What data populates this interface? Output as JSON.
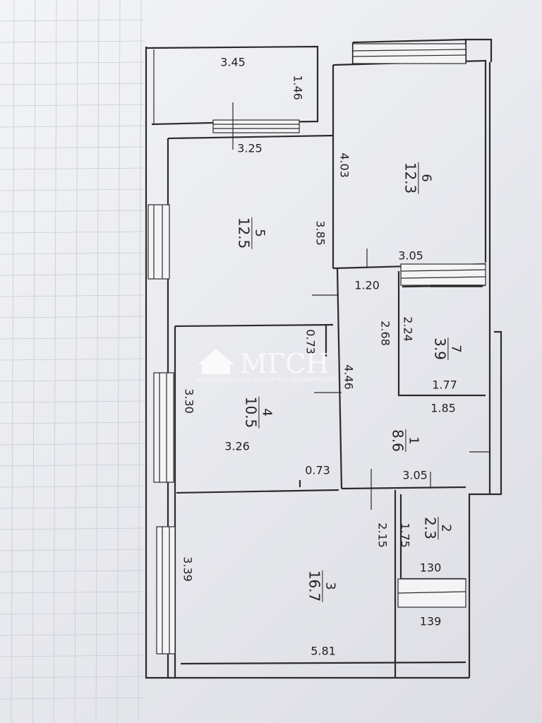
{
  "watermark": {
    "brand": "МГСН",
    "caption": "МОСКОВСКАЯ ГОРОДСКАЯ СЛУЖБА НЕДВИЖИМОСТИ"
  },
  "rooms": [
    {
      "id": "room-1",
      "number": "1",
      "area": "8.6"
    },
    {
      "id": "room-2",
      "number": "2",
      "area": "2.3"
    },
    {
      "id": "room-3",
      "number": "3",
      "area": "16.7"
    },
    {
      "id": "room-4",
      "number": "4",
      "area": "10.5"
    },
    {
      "id": "room-5",
      "number": "5",
      "area": "12.5"
    },
    {
      "id": "room-6",
      "number": "6",
      "area": "12.3"
    },
    {
      "id": "room-7",
      "number": "7",
      "area": "3.9"
    }
  ],
  "dimensions": {
    "balcony_length": "3.45",
    "balcony_depth": "1.46",
    "r5_top": "3.25",
    "r5_side": "3.85",
    "r6_side": "4.03",
    "r6_bottom": "3.05",
    "hall_upper": "1.20",
    "r7_side_a": "2.68",
    "r7_side_b": "2.24",
    "r7_bottom": "1.77",
    "r4_niche_top": "0.73",
    "hall_side": "4.46",
    "r4_side": "3.30",
    "r4_width": "3.26",
    "r4_niche_bottom": "0.73",
    "r1_top": "1.85",
    "r1_bottom": "3.05",
    "r3_side_right": "2.15",
    "r2_side": "1.75",
    "r2_width": "130",
    "r2_outer": "139",
    "r3_side_left": "3.39",
    "r3_width": "5.81"
  }
}
